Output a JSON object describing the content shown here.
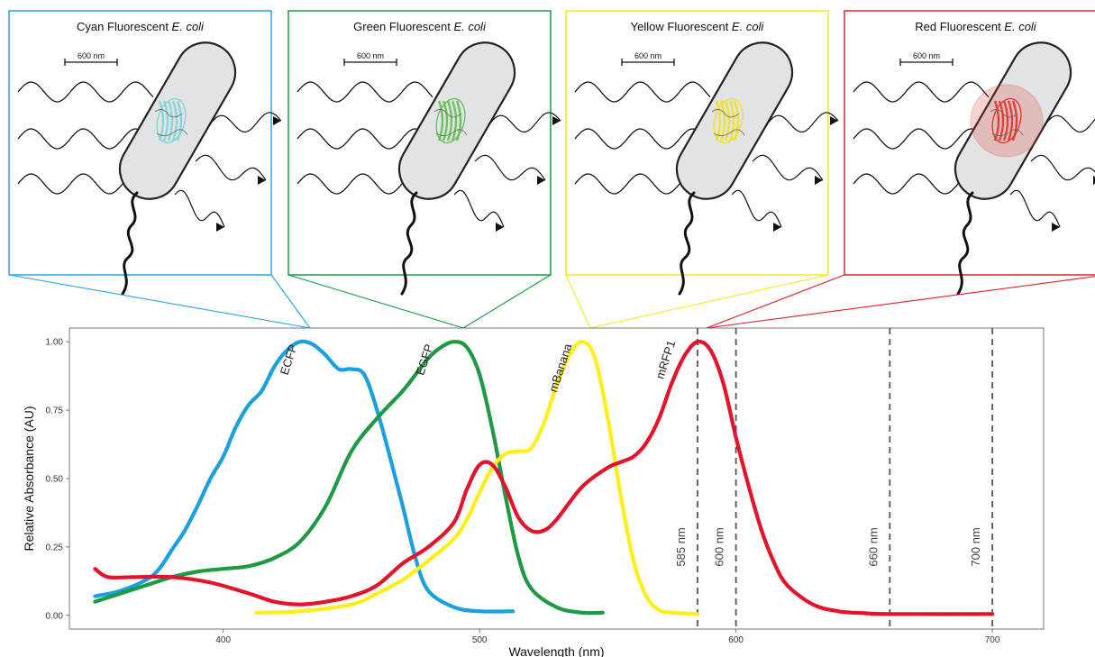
{
  "panels": [
    {
      "title_prefix": "Cyan Fluorescent",
      "title_italic": "E. coli",
      "color": "#29a6dc",
      "protein_color": "#7fd3d6",
      "glow": false,
      "scale_label": "600 nm"
    },
    {
      "title_prefix": "Green Fluorescent",
      "title_italic": "E. coli",
      "color": "#1c9a48",
      "protein_color": "#5fbf4f",
      "glow": false,
      "scale_label": "600 nm"
    },
    {
      "title_prefix": "Yellow Fluorescent",
      "title_italic": "E. coli",
      "color": "#f2ea1a",
      "protein_color": "#f2e21a",
      "glow": false,
      "scale_label": "600 nm"
    },
    {
      "title_prefix": "Red Fluorescent",
      "title_italic": "E. coli",
      "color": "#e0202e",
      "protein_color": "#e0342a",
      "glow": true,
      "scale_label": "600 nm"
    }
  ],
  "chart_data": {
    "type": "line",
    "xlabel": "Wavelength (nm)",
    "ylabel": "Relative Absorbance (AU)",
    "xlim": [
      340,
      720
    ],
    "ylim": [
      -0.05,
      1.05
    ],
    "xticks": [
      400,
      500,
      600,
      700
    ],
    "yticks": [
      0.0,
      0.25,
      0.5,
      0.75,
      1.0
    ],
    "ytick_labels": [
      "0.00",
      "0.25",
      "0.50",
      "0.75",
      "1.00"
    ],
    "grid": false,
    "series": [
      {
        "name": "ECFP",
        "color": "#1a9fe0",
        "x": [
          350,
          360,
          370,
          375,
          380,
          385,
          390,
          395,
          400,
          405,
          410,
          415,
          420,
          425,
          430,
          435,
          440,
          445,
          450,
          455,
          460,
          465,
          470,
          475,
          480,
          490,
          500,
          513
        ],
        "y": [
          0.07,
          0.09,
          0.13,
          0.17,
          0.24,
          0.31,
          0.4,
          0.5,
          0.58,
          0.69,
          0.77,
          0.82,
          0.91,
          0.97,
          1.0,
          0.99,
          0.95,
          0.9,
          0.9,
          0.88,
          0.75,
          0.58,
          0.4,
          0.21,
          0.09,
          0.03,
          0.015,
          0.015
        ],
        "label_x": 427,
        "label_y": 0.93
      },
      {
        "name": "EGFP",
        "color": "#1e9a44",
        "x": [
          350,
          360,
          370,
          380,
          390,
          400,
          410,
          420,
          430,
          440,
          450,
          460,
          470,
          475,
          480,
          485,
          490,
          495,
          500,
          505,
          510,
          515,
          520,
          530,
          540,
          548
        ],
        "y": [
          0.05,
          0.08,
          0.11,
          0.14,
          0.16,
          0.17,
          0.18,
          0.21,
          0.27,
          0.4,
          0.6,
          0.72,
          0.82,
          0.88,
          0.94,
          0.98,
          1.0,
          0.98,
          0.88,
          0.68,
          0.44,
          0.22,
          0.1,
          0.03,
          0.01,
          0.01
        ],
        "label_x": 480,
        "label_y": 0.93
      },
      {
        "name": "mBanana",
        "color": "#ffee1a",
        "x": [
          413,
          430,
          450,
          460,
          470,
          480,
          490,
          495,
          500,
          505,
          510,
          515,
          520,
          525,
          530,
          535,
          540,
          545,
          550,
          555,
          560,
          565,
          570,
          575,
          585
        ],
        "y": [
          0.01,
          0.015,
          0.04,
          0.08,
          0.13,
          0.2,
          0.28,
          0.35,
          0.45,
          0.54,
          0.59,
          0.6,
          0.61,
          0.7,
          0.84,
          0.95,
          1.0,
          0.94,
          0.72,
          0.44,
          0.2,
          0.07,
          0.02,
          0.01,
          0.005
        ],
        "label_x": 533,
        "label_y": 0.9
      },
      {
        "name": "mRFP1",
        "color": "#e3132c",
        "x": [
          350,
          355,
          365,
          380,
          395,
          410,
          420,
          430,
          440,
          450,
          460,
          470,
          480,
          490,
          495,
          500,
          505,
          510,
          515,
          520,
          525,
          530,
          540,
          550,
          555,
          560,
          565,
          570,
          575,
          580,
          585,
          590,
          595,
          600,
          605,
          610,
          615,
          620,
          630,
          640,
          650,
          660,
          700
        ],
        "y": [
          0.17,
          0.14,
          0.14,
          0.14,
          0.12,
          0.08,
          0.05,
          0.04,
          0.05,
          0.07,
          0.11,
          0.19,
          0.25,
          0.34,
          0.46,
          0.55,
          0.55,
          0.47,
          0.36,
          0.31,
          0.31,
          0.35,
          0.47,
          0.54,
          0.56,
          0.58,
          0.63,
          0.72,
          0.85,
          0.95,
          1.0,
          0.97,
          0.85,
          0.65,
          0.47,
          0.31,
          0.19,
          0.11,
          0.04,
          0.015,
          0.008,
          0.005,
          0.005
        ],
        "label_x": 574,
        "label_y": 0.93
      }
    ],
    "vlines": [
      {
        "x": 585,
        "label": "585 nm"
      },
      {
        "x": 600,
        "label": "600 nm"
      },
      {
        "x": 660,
        "label": "660 nm"
      },
      {
        "x": 700,
        "label": "700 nm"
      }
    ]
  }
}
